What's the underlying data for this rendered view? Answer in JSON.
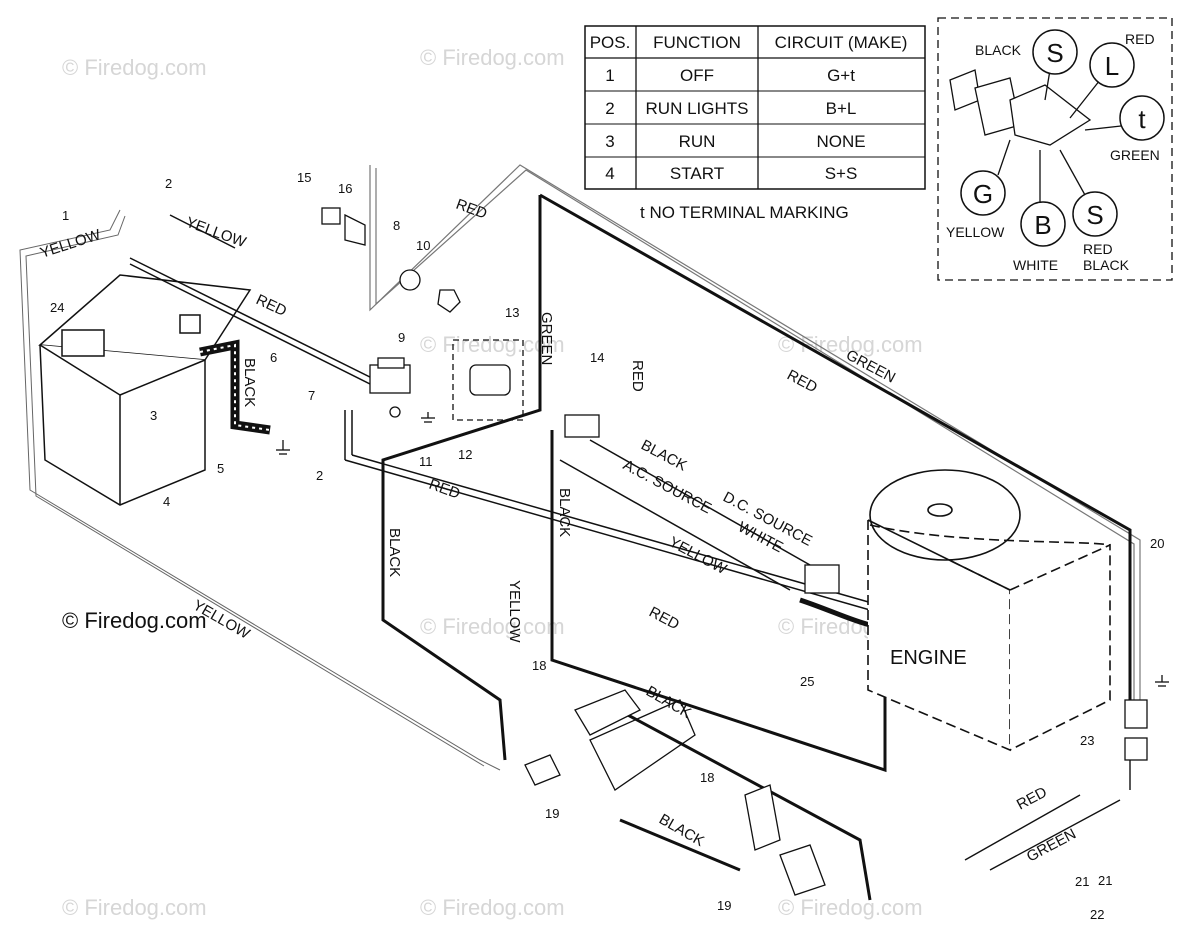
{
  "watermark": "© Firedog.com",
  "copyright": "© Firedog.com",
  "table": {
    "headers": [
      "POS.",
      "FUNCTION",
      "CIRCUIT  (MAKE)"
    ],
    "rows": [
      [
        "1",
        "OFF",
        "G+t"
      ],
      [
        "2",
        "RUN LIGHTS",
        "B+L"
      ],
      [
        "3",
        "RUN",
        "NONE"
      ],
      [
        "4",
        "START",
        "S+S"
      ]
    ],
    "note": "t  NO TERMINAL MARKING"
  },
  "switch_detail": {
    "terminals": [
      "S",
      "L",
      "t",
      "G",
      "B",
      "S"
    ],
    "wire_labels": [
      "BLACK",
      "RED",
      "GREEN",
      "YELLOW",
      "WHITE",
      "RED",
      "BLACK"
    ]
  },
  "wire_labels": {
    "yellow": "YELLOW",
    "red": "RED",
    "black": "BLACK",
    "green": "GREEN",
    "white": "WHITE",
    "ac_source": "A.C. SOURCE",
    "dc_source": "D.C. SOURCE"
  },
  "engine": "ENGINE",
  "callouts": [
    "1",
    "2",
    "3",
    "4",
    "5",
    "6",
    "7",
    "8",
    "9",
    "10",
    "11",
    "12",
    "13",
    "14",
    "15",
    "16",
    "18",
    "19",
    "20",
    "21",
    "22",
    "23",
    "24",
    "25"
  ]
}
